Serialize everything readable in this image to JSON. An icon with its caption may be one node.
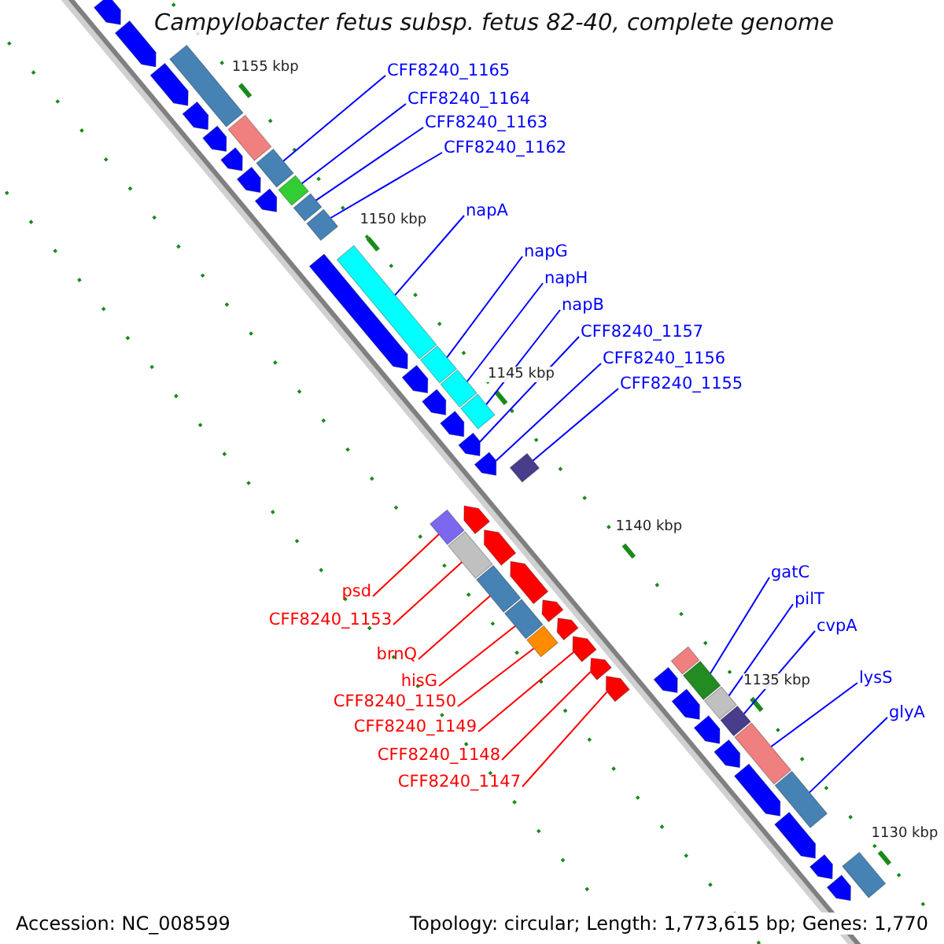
{
  "diagram": {
    "title": "Campylobacter fetus subsp. fetus 82-40, complete genome",
    "nodes": [
      {
        "text": [
          "CFF8240_1165"
        ]
      },
      {
        "text": [
          "CFF8240_1164"
        ]
      },
      {
        "text": [
          "CFF8240_1163"
        ]
      },
      {
        "text": [
          "CFF8240_1162"
        ]
      },
      {
        "text": [
          "napA"
        ]
      },
      {
        "text": [
          "napG"
        ]
      },
      {
        "text": [
          "napH"
        ]
      },
      {
        "text": [
          "napB"
        ]
      },
      {
        "text": [
          "CFF8240_1157"
        ]
      },
      {
        "text": [
          "CFF8240_1156"
        ]
      },
      {
        "text": [
          "CFF8240_1155"
        ]
      },
      {
        "text": [
          "psd"
        ]
      },
      {
        "text": [
          "CFF8240_1153"
        ]
      },
      {
        "text": [
          "brnQ"
        ]
      },
      {
        "text": [
          "hisG"
        ]
      },
      {
        "text": [
          "CFF8240_1150"
        ]
      },
      {
        "text": [
          "CFF8240_1149"
        ]
      },
      {
        "text": [
          "CFF8240_1148"
        ]
      },
      {
        "text": [
          "CFF8240_1147"
        ]
      },
      {
        "text": [
          "gatC"
        ]
      },
      {
        "text": [
          "pilT"
        ]
      },
      {
        "text": [
          "cvpA"
        ]
      },
      {
        "text": [
          "lysS"
        ]
      },
      {
        "text": [
          "glyA"
        ]
      },
      {
        "text": [],
        "shape": "bar"
      },
      {
        "text": [],
        "shape": "bar"
      },
      {
        "text": [],
        "shape": "bar"
      },
      {
        "text": [],
        "shape": "bar"
      },
      {
        "text": [],
        "shape": "bar"
      },
      {
        "text": [],
        "shape": "bar"
      },
      {
        "text": [],
        "shape": "bar"
      },
      {
        "text": [],
        "shape": "bar"
      },
      {
        "text": [],
        "shape": "bar"
      },
      {
        "text": [],
        "shape": "bar"
      },
      {
        "text": [],
        "shape": "bar"
      },
      {
        "text": [],
        "shape": "bar"
      },
      {
        "text": [],
        "shape": "bar"
      },
      {
        "text": [],
        "shape": "bar"
      },
      {
        "text": [],
        "shape": "bar"
      },
      {
        "text": [],
        "shape": "bar"
      },
      {
        "text": [],
        "shape": "bar"
      },
      {
        "text": [],
        "shape": "bar"
      },
      {
        "text": [],
        "shape": "bar"
      },
      {
        "text": [],
        "shape": "bar"
      },
      {
        "text": [],
        "shape": "bar"
      },
      {
        "text": [],
        "shape": "bar"
      },
      {
        "text": [],
        "shape": "bar"
      },
      {
        "text": [],
        "shape": "bar"
      },
      {
        "text": [],
        "shape": "bar"
      },
      {
        "text": [],
        "shape": "bar"
      },
      {
        "text": [],
        "shape": "bar"
      },
      {
        "text": [],
        "shape": "bar"
      },
      {
        "text": [],
        "shape": "bar"
      },
      {
        "text": [],
        "shape": "bar"
      },
      {
        "text": [],
        "shape": "bar"
      },
      {
        "text": [],
        "shape": "bar"
      },
      {
        "text": [],
        "shape": "bar"
      },
      {
        "text": [],
        "shape": "bar"
      },
      {
        "text": [],
        "shape": "bar"
      },
      {
        "text": [],
        "shape": "bar"
      },
      {
        "text": [],
        "shape": "bar"
      },
      {
        "text": [],
        "shape": "bar"
      },
      {
        "text": [],
        "shape": "bar"
      },
      {
        "text": [],
        "shape": "bar"
      },
      {
        "text": [],
        "shape": "bar"
      },
      {
        "text": [],
        "shape": "bar"
      },
      {
        "text": [],
        "shape": "bar"
      },
      {
        "text": [],
        "shape": "bar"
      },
      {
        "text": [],
        "shape": "bar"
      },
      {
        "text": [],
        "shape": "bar"
      },
      {
        "text": [],
        "shape": "bar"
      },
      {
        "text": [],
        "shape": "bar"
      },
      {
        "text": [],
        "shape": "bar"
      },
      {
        "text": [],
        "shape": "bar"
      },
      {
        "text": [],
        "shape": "bar"
      },
      {
        "text": [],
        "shape": "bar"
      },
      {
        "text": [],
        "shape": "bar"
      }
    ],
    "edges": [
      {
        "from": 0,
        "to": 24,
        "arrow": "none"
      },
      {
        "from": 1,
        "to": 25,
        "arrow": "none"
      },
      {
        "from": 2,
        "to": 26,
        "arrow": "none"
      },
      {
        "from": 3,
        "to": 27,
        "arrow": "none"
      },
      {
        "from": 4,
        "to": 28,
        "arrow": "none"
      },
      {
        "from": 5,
        "to": 29,
        "arrow": "none"
      },
      {
        "from": 6,
        "to": 30,
        "arrow": "none"
      },
      {
        "from": 7,
        "to": 31,
        "arrow": "none"
      },
      {
        "from": 8,
        "to": 32,
        "arrow": "none"
      },
      {
        "from": 9,
        "to": 33,
        "arrow": "none"
      },
      {
        "from": 10,
        "to": 34,
        "arrow": "none"
      },
      {
        "from": 11,
        "to": 35,
        "arrow": "none",
        "color": "#ff0000"
      },
      {
        "from": 12,
        "to": 36,
        "arrow": "none",
        "color": "#ff0000"
      },
      {
        "from": 13,
        "to": 37,
        "arrow": "none",
        "color": "#ff0000"
      },
      {
        "from": 14,
        "to": 38,
        "arrow": "none",
        "color": "#ff0000"
      },
      {
        "from": 15,
        "to": 39,
        "arrow": "none",
        "color": "#ff0000"
      },
      {
        "from": 16,
        "to": 40,
        "arrow": "none",
        "color": "#ff0000"
      },
      {
        "from": 17,
        "to": 41,
        "arrow": "none",
        "color": "#ff0000"
      },
      {
        "from": 18,
        "to": 42,
        "arrow": "none",
        "color": "#ff0000"
      },
      {
        "from": 19,
        "to": 43,
        "arrow": "none"
      },
      {
        "from": 20,
        "to": 44,
        "arrow": "none"
      },
      {
        "from": 21,
        "to": 45,
        "arrow": "none"
      },
      {
        "from": 22,
        "to": 46,
        "arrow": "none"
      },
      {
        "from": 23,
        "to": 47,
        "arrow": "none"
      }
    ],
    "labels": [
      "1155 kbp",
      "1150 kbp",
      "1145 kbp",
      "1140 kbp",
      "1135 kbp",
      "1130 kbp",
      "Accession: NC_008599",
      "Topology: circular; Length: 1,773,615 bp; Genes: 1,770"
    ]
  }
}
